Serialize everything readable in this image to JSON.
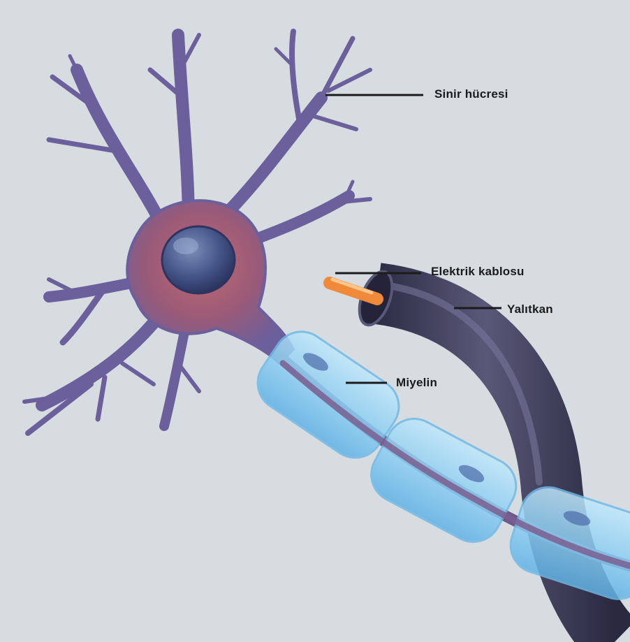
{
  "labels": {
    "nerve_cell": "Sinir hücresi",
    "electric_cable": "Elektrik kablosu",
    "insulator": "Yalıtkan",
    "myelin": "Miyelin"
  },
  "colors": {
    "background": "#d7dce0",
    "neuron_body": "#9a5a78",
    "neuron_dendrite": "#6b5f9c",
    "nucleus": "#3f4f7a",
    "myelin": "#8ecff2",
    "cable_insulation": "#3b3a55",
    "copper_wire": "#f08a3a",
    "label_line": "#1b1b1b"
  }
}
